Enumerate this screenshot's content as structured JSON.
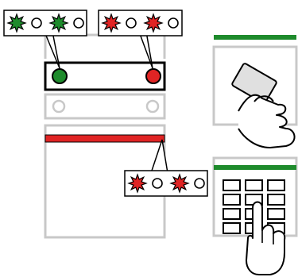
{
  "colors": {
    "green": "#1e8b2c",
    "red": "#e02424",
    "gray": "#c8c8c8",
    "black": "#000000",
    "background": "#ffffff"
  },
  "callouts": [
    {
      "id": "green-status-callout",
      "pattern": [
        "star",
        "circle",
        "star",
        "circle"
      ],
      "color": "green"
    },
    {
      "id": "red-status-callout",
      "pattern": [
        "star",
        "circle",
        "star",
        "circle"
      ],
      "color": "red"
    },
    {
      "id": "alarm-status-callout",
      "pattern": [
        "star",
        "circle",
        "star",
        "circle"
      ],
      "color": "red"
    }
  ],
  "control_panel": {
    "led_left_color": "green",
    "led_right_color": "red",
    "status_bar_color": "red"
  },
  "card_reader": {
    "status_bar_color": "green",
    "icons": [
      "card-icon",
      "hand-icon"
    ]
  },
  "keypad": {
    "status_bar_color": "green",
    "rows": 4,
    "cols": 3,
    "icons": [
      "finger-icon"
    ]
  }
}
